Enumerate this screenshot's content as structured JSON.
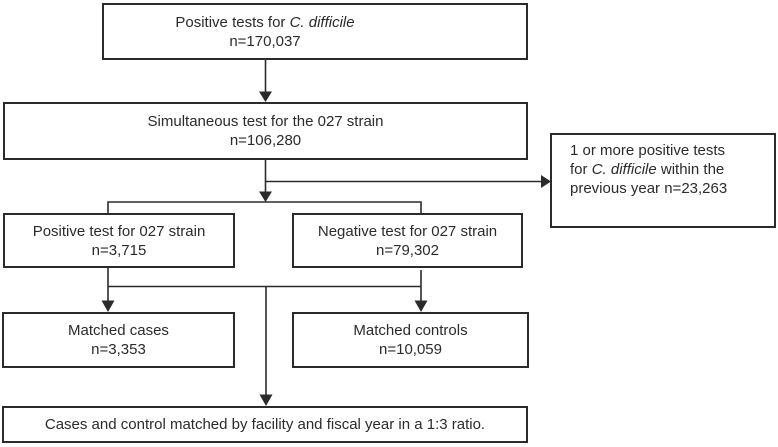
{
  "diagram": {
    "background_color": "#ffffff",
    "line_color": "#2b2b2b",
    "nodes": {
      "positive_tests": {
        "line1_prefix": "Positive tests for ",
        "line1_italic": "C. difficile",
        "line2": "n=170,037"
      },
      "simultaneous_test": {
        "line1": "Simultaneous test for the 027 strain",
        "line2": "n=106,280"
      },
      "prior_positive_tests": {
        "line1": "1 or more positive tests",
        "line2_prefix": "for ",
        "line2_italic": "C. difficile",
        "line2_suffix": " within the",
        "line3": "previous year n=23,263"
      },
      "positive_027": {
        "line1": "Positive test for 027 strain",
        "line2": "n=3,715"
      },
      "negative_027": {
        "line1": "Negative test for 027 strain",
        "line2": "n=79,302"
      },
      "matched_cases": {
        "line1": "Matched cases",
        "line2": "n=3,353"
      },
      "matched_controls": {
        "line1": "Matched controls",
        "line2": "n=10,059"
      },
      "matching_note": {
        "line1": "Cases and control matched by facility and fiscal year in a 1:3 ratio."
      }
    }
  }
}
